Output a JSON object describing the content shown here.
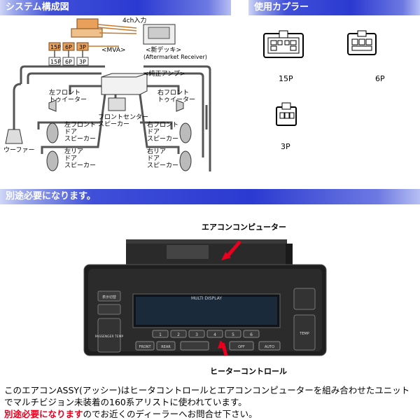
{
  "headers": {
    "system": "システム構成図",
    "couplers": "使用カプラー",
    "required": "別途必要になります。"
  },
  "diagram": {
    "input4ch": "4ch入力",
    "mva": "<MVA>",
    "new_deck": "<新デッキ>",
    "aftermarket": "(Aftermarket Receiver)",
    "amp": "<純正アンプ>",
    "conn_top": [
      "15P",
      "6P",
      "3P"
    ],
    "conn_bottom": [
      "15P",
      "6P",
      "3P"
    ],
    "left_front_tweeter": "左フロント\nトゥイーター",
    "right_front_tweeter": "右フロント\nトゥイーター",
    "front_center": "フロントセンター\nスピーカー",
    "left_front_door": "左フロント\nドア\nスピーカー",
    "right_front_door": "右フロント\nドア\nスピーカー",
    "left_rear_door": "左リア\nドア\nスピーカー",
    "right_rear_door": "右リア\nドア\nスピーカー",
    "woofer": "ウーファー"
  },
  "couplers": [
    {
      "label": "15P"
    },
    {
      "label": "6P"
    },
    {
      "label": "3P"
    }
  ],
  "photo": {
    "computer_label": "エアコンコンピューター",
    "heater_label": "ヒーターコントロール",
    "multi_display": "MULTI DISPLAY",
    "buttons": [
      "表示切替",
      "PASSENGER TEMP",
      "TEMP",
      "FRONT",
      "REAR",
      "OFF",
      "AUTO"
    ],
    "presets": [
      "1",
      "2",
      "3",
      "4",
      "5",
      "6"
    ]
  },
  "description": {
    "line1": "このエアコンASSY(アッシー)はヒータコントロールとエアコンコンピューターを組み合わせたユニットでマルチビジョン未装着の160系アリストに使われています。",
    "red": "別途必要になります",
    "line2": "ので",
    "line3": "お近くのディーラーへお問合せ下さい。"
  },
  "colors": {
    "header_blue": "#2b3ad1",
    "connector_orange": "#e8a05a",
    "red_text": "#e8001e"
  }
}
